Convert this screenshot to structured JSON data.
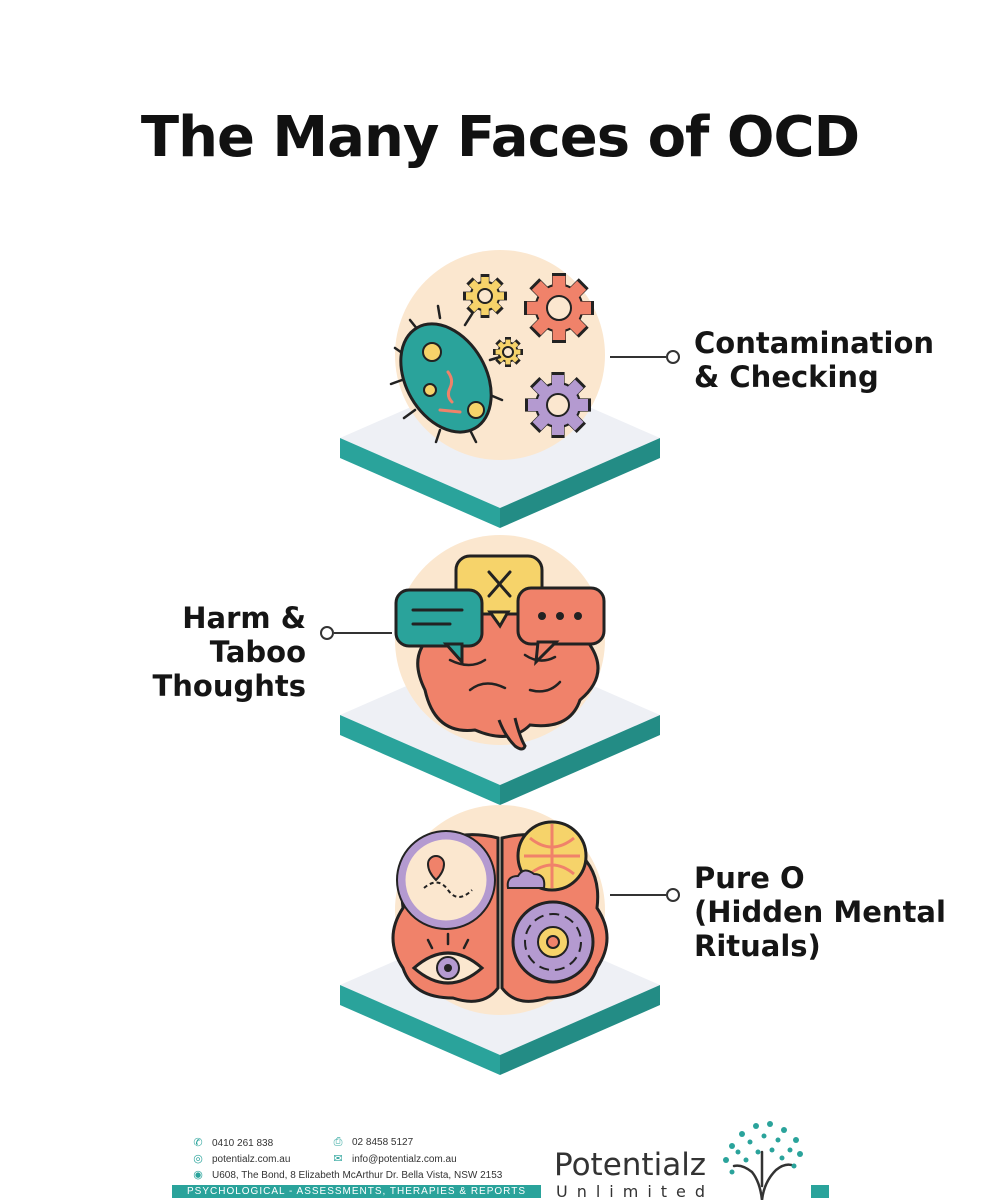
{
  "title": "The Many Faces of OCD",
  "tiers": [
    {
      "label_lines": [
        "Contamination",
        "& Checking"
      ],
      "icon": "germ-and-gears-icon"
    },
    {
      "label_lines": [
        "Harm & Taboo",
        "Thoughts"
      ],
      "icon": "brain-with-speech-bubbles-icon"
    },
    {
      "label_lines": [
        "Pure O",
        "(Hidden Mental",
        "Rituals)"
      ],
      "icon": "brain-with-symbols-icon"
    }
  ],
  "footer": {
    "phone": "0410  261 838",
    "fax": "02 8458 5127",
    "website": "potentialz.com.au",
    "email": "info@potentialz.com.au",
    "address": "U608, The Bond, 8 Elizabeth McArthur Dr. Bella Vista, NSW 2153",
    "tagline": "PSYCHOLOGICAL - ASSESSMENTS, THERAPIES & REPORTS",
    "brand_name": "Potentialz",
    "brand_sub": "Unlimited"
  },
  "colors": {
    "teal": "#2aa39b",
    "coral": "#f0826a",
    "yellow": "#f6d36a",
    "purple": "#b49ad0",
    "peach": "#fbe7cf",
    "platform": "#eef0f5"
  }
}
